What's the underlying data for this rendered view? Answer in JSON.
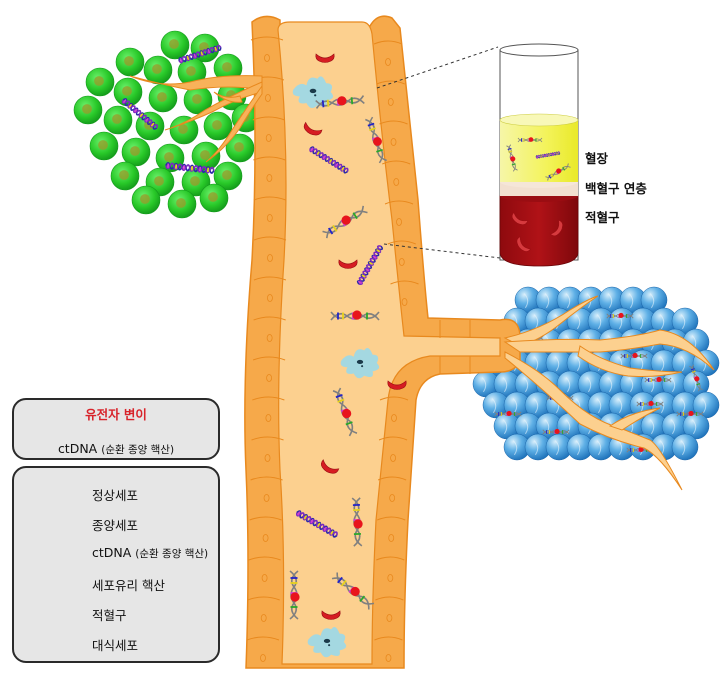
{
  "figure": {
    "title": "ctDNA liquid biopsy illustration"
  },
  "tube": {
    "labels": {
      "plasma": "혈장",
      "buffy_coat": "백혈구 연층",
      "red_cells": "적혈구"
    },
    "colors": {
      "plasma": "#f2f26a",
      "buffy_coat": "#f2e0d0",
      "red_cells": "#a10d12"
    }
  },
  "mutation_box": {
    "title": "유전자 변이",
    "caption_main": "ctDNA",
    "caption_sub": "(순환 종양 핵산)"
  },
  "legend": {
    "items": [
      {
        "icon": "normal-cell-icon",
        "label": "정상세포",
        "sub": ""
      },
      {
        "icon": "tumor-cell-icon",
        "label": "종양세포",
        "sub": ""
      },
      {
        "icon": "ctdna-icon",
        "label": "ctDNA",
        "sub": "(순환 종양 핵산)"
      },
      {
        "icon": "cfdna-icon",
        "label": "세포유리 핵산",
        "sub": ""
      },
      {
        "icon": "red-blood-cell-icon",
        "label": "적혈구",
        "sub": ""
      },
      {
        "icon": "macrophage-icon",
        "label": "대식세포",
        "sub": ""
      }
    ]
  },
  "colors": {
    "vessel_wall": "#f6a94a",
    "vessel_lumen": "#fcd08f",
    "vessel_outline": "#e8891e",
    "normal_cell": "#2fd32f",
    "tumor_cell": "#2f8fd6",
    "red_blood_cell": "#d61c22",
    "macrophage": "#9ad8ea",
    "mutation_red": "#e8141c",
    "legend_bg": "#e6e6e6"
  }
}
